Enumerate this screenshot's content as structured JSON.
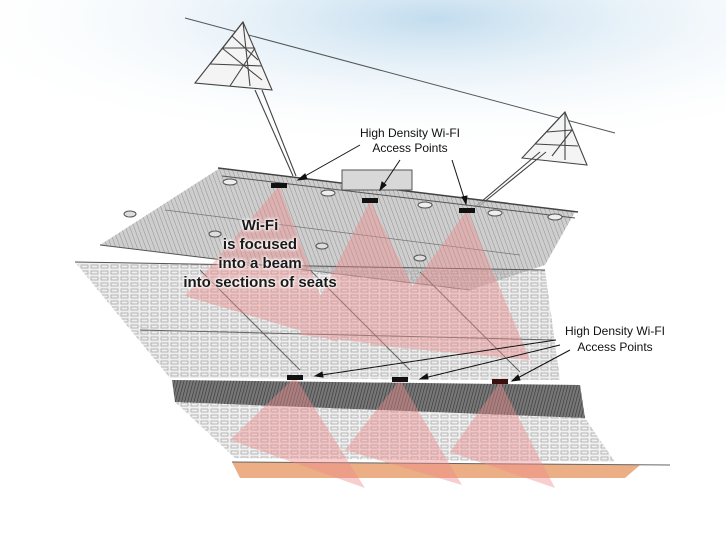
{
  "labels": {
    "top_ap_line1": "High Density Wi-FI",
    "top_ap_line2": "Access Points",
    "mid_ap_line1": "High Density Wi-FI",
    "mid_ap_line2": "Access Points",
    "wifi_line1": "Wi-Fi",
    "wifi_line2": "is focused",
    "wifi_line3": "into a beam",
    "wifi_line4": "into sections of seats"
  },
  "colors": {
    "sky": "#cfe3f0",
    "beam": "#f08a8a",
    "field": "#e8a070",
    "pencil": "#555555",
    "access_point": "#111111"
  }
}
